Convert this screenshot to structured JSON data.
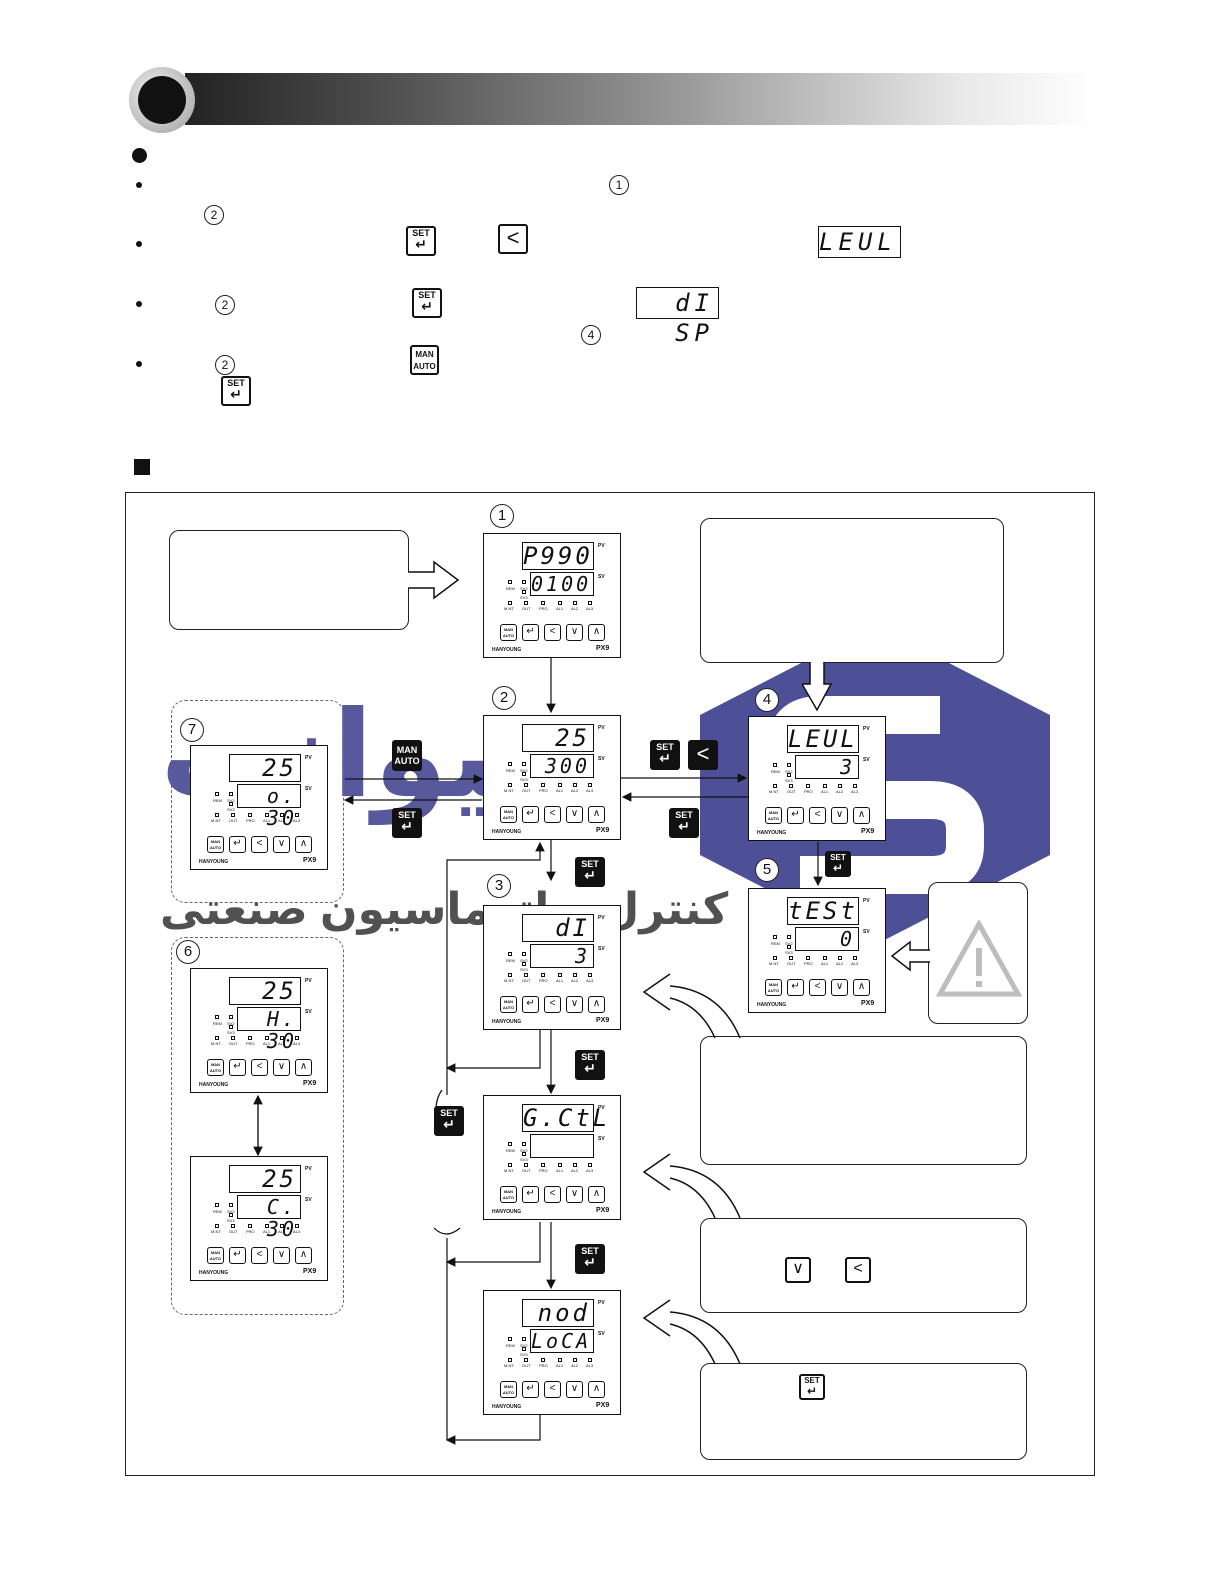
{
  "header": {
    "title": ""
  },
  "keys": {
    "set": "SET",
    "man": "MAN",
    "auto": "AUTO",
    "enter": "↵",
    "left": "<",
    "down": "∨",
    "up": "∧"
  },
  "circled": {
    "n1": "1",
    "n2": "2",
    "n3": "3",
    "n4": "4",
    "n5": "5",
    "n6": "6",
    "n7": "7"
  },
  "lcd_inline": {
    "level": "LEUL",
    "disp": "dI SP"
  },
  "controllers": {
    "c1": {
      "pv": "P990",
      "sv": "0100"
    },
    "c2": {
      "pv": "25",
      "sv": "300"
    },
    "c3": {
      "pv": "dI SP",
      "sv": "3"
    },
    "c3b": {
      "pv": "G.CtL",
      "sv": ""
    },
    "c3c": {
      "pv": "nod",
      "sv": "LoCA"
    },
    "c4": {
      "pv": "LEUL",
      "sv": "3"
    },
    "c5": {
      "pv": "tESt",
      "sv": "0"
    },
    "c6a": {
      "pv": "25",
      "sv": "H.  30"
    },
    "c6b": {
      "pv": "25",
      "sv": "C.  30"
    },
    "c7": {
      "pv": "25",
      "sv": "o.  30"
    }
  },
  "panel_labels": {
    "pv": "PV",
    "sv": "SV",
    "rem": "REM",
    "sv2": "SV2",
    "sv3": "SV3",
    "mnt": "M.NT",
    "out": "OUT",
    "pro": "PRO",
    "al1": "AL1",
    "al2": "AL2",
    "al3": "AL3",
    "brand": "HANYOUNG",
    "model": "PX9"
  },
  "watermark": {
    "line1": "سیوانت",
    "line2": "کنترل و اتوماسیون صنعتی"
  }
}
